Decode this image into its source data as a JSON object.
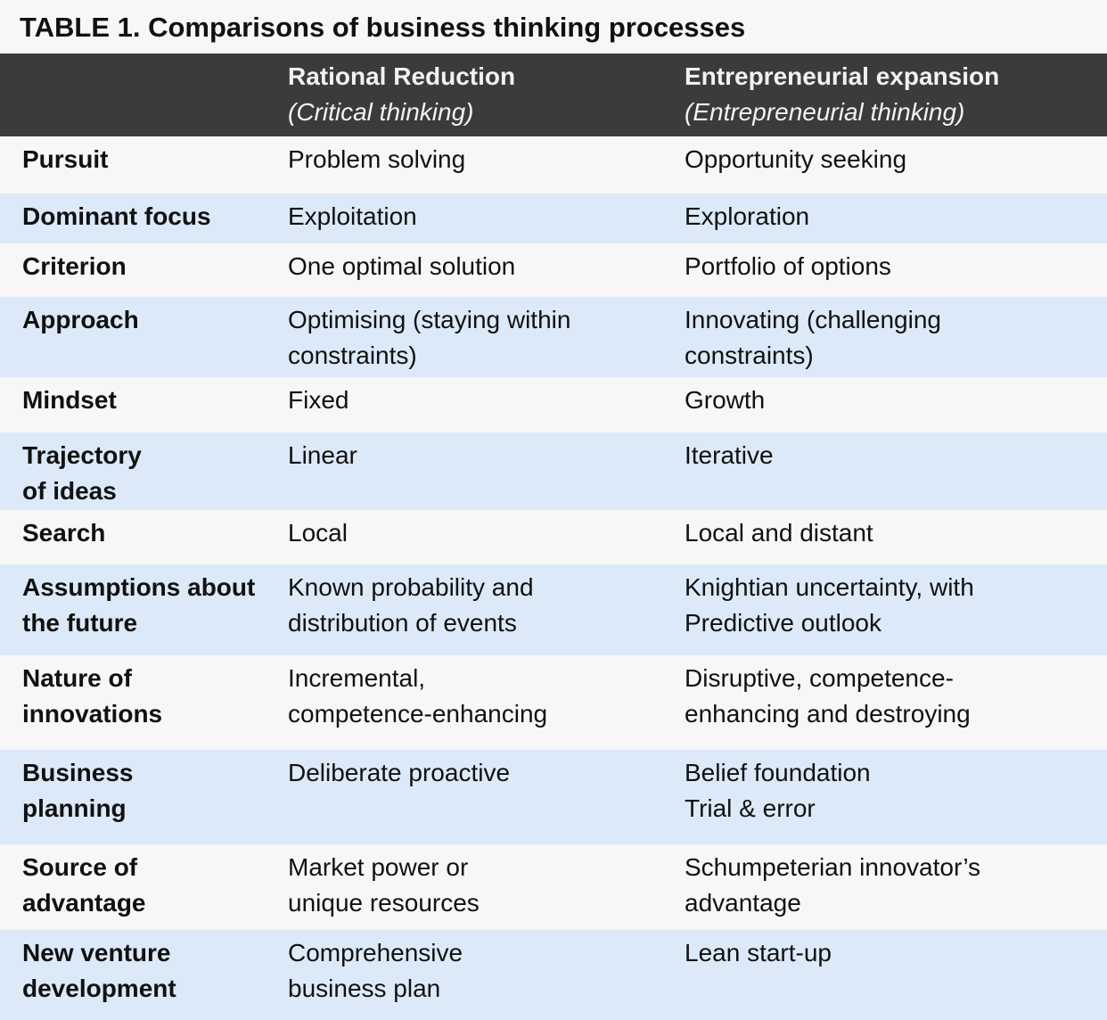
{
  "title": "TABLE 1. Comparisons of business thinking processes",
  "header": {
    "col1": "",
    "col2": {
      "main": "Rational Reduction",
      "sub": "(Critical thinking)"
    },
    "col3": {
      "main": "Entrepreneurial expansion",
      "sub": "(Entrepreneurial thinking)"
    }
  },
  "colors": {
    "header_bg": "#3b3b3b",
    "row_light": "#f7f7f7",
    "row_blue": "#dce9f8"
  },
  "rows": [
    {
      "label": [
        "Pursuit"
      ],
      "rational": [
        "Problem solving"
      ],
      "entrepreneurial": [
        "Opportunity seeking"
      ]
    },
    {
      "label": [
        "Dominant focus"
      ],
      "rational": [
        "Exploitation"
      ],
      "entrepreneurial": [
        "Exploration"
      ]
    },
    {
      "label": [
        "Criterion"
      ],
      "rational": [
        "One optimal solution"
      ],
      "entrepreneurial": [
        "Portfolio of options"
      ]
    },
    {
      "label": [
        "Approach"
      ],
      "rational": [
        "Optimising (staying within",
        "constraints)"
      ],
      "entrepreneurial": [
        "Innovating (challenging",
        "constraints)"
      ]
    },
    {
      "label": [
        "Mindset"
      ],
      "rational": [
        "Fixed"
      ],
      "entrepreneurial": [
        "Growth"
      ]
    },
    {
      "label": [
        "Trajectory",
        "of ideas"
      ],
      "rational": [
        "Linear"
      ],
      "entrepreneurial": [
        "Iterative"
      ]
    },
    {
      "label": [
        "Search"
      ],
      "rational": [
        "Local"
      ],
      "entrepreneurial": [
        "Local and distant"
      ]
    },
    {
      "label": [
        "Assumptions about",
        "the future"
      ],
      "rational": [
        "Known probability and",
        "distribution of events"
      ],
      "entrepreneurial": [
        "Knightian uncertainty, with",
        "Predictive outlook"
      ]
    },
    {
      "label": [
        "Nature of",
        "innovations"
      ],
      "rational": [
        "Incremental,",
        "competence-enhancing"
      ],
      "entrepreneurial": [
        "Disruptive, competence-",
        "enhancing and destroying"
      ]
    },
    {
      "label": [
        "Business",
        "planning"
      ],
      "rational": [
        "Deliberate proactive"
      ],
      "entrepreneurial": [
        "Belief foundation",
        "Trial & error"
      ]
    },
    {
      "label": [
        "Source of",
        "advantage"
      ],
      "rational": [
        "Market power or",
        "unique resources"
      ],
      "entrepreneurial": [
        "Schumpeterian innovator’s",
        "advantage"
      ]
    },
    {
      "label": [
        "New venture",
        "development"
      ],
      "rational": [
        "Comprehensive",
        "business plan"
      ],
      "entrepreneurial": [
        "Lean start-up"
      ]
    }
  ]
}
